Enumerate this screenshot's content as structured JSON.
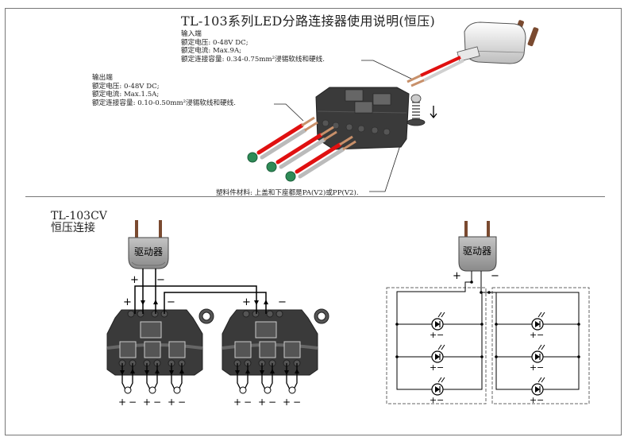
{
  "title": "TL-103系列LED分路连接器使用说明(恒压)",
  "input_spec": {
    "heading": "输入端",
    "voltage": "额定电压: 0-48V DC;",
    "current": "额定电流: Max.9A;",
    "capacity": "额定连接容量: 0.34-0.75mm²浸锡软线和硬线."
  },
  "output_spec": {
    "heading": "输出端",
    "voltage": "额定电压: 0-48V DC;",
    "current": "额定电流: Max.1.5A;",
    "capacity": "额定连接容量: 0.10-0.50mm²浸锡软线和硬线."
  },
  "material_note": "塑料件材料: 上盖和下座都是PA(V2)或PP(V2).",
  "section": {
    "model": "TL-103CV",
    "subtitle": "恒压连接"
  },
  "driver_label": "驱动器",
  "polarity": {
    "plus": "+",
    "minus": "−"
  },
  "diagram_left": {
    "connectors": 2,
    "outputs_per_connector": 3
  },
  "diagram_right": {
    "groups": 2,
    "leds_per_group": 3
  },
  "colors": {
    "frame": "#777777",
    "connector_body": "#3a3a3a",
    "plug_body": "#a8a8a8",
    "wire_red": "#e01010",
    "led_green": "#2e8b57",
    "pin_copper": "#c8906a"
  }
}
